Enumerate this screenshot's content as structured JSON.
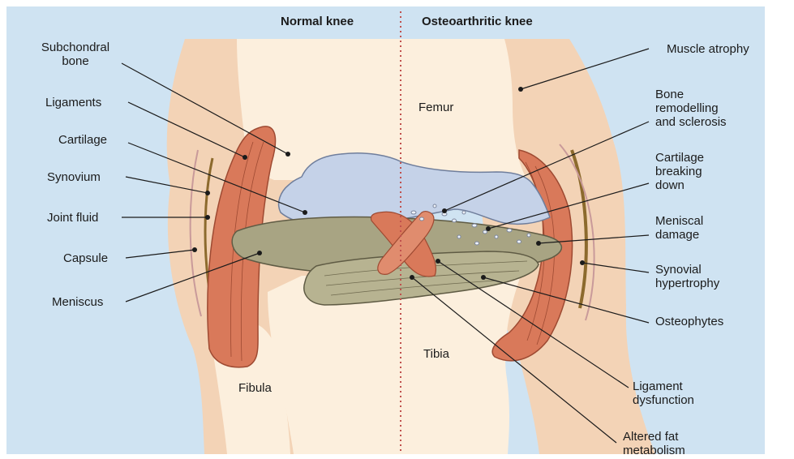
{
  "headings": {
    "normal": "Normal knee",
    "oa": "Osteoarthritic knee"
  },
  "labels": {
    "subchondral_bone": "Subchondral\nbone",
    "ligaments": "Ligaments",
    "cartilage": "Cartilage",
    "synovium": "Synovium",
    "joint_fluid": "Joint fluid",
    "capsule": "Capsule",
    "meniscus": "Meniscus",
    "femur": "Femur",
    "tibia": "Tibia",
    "fibula": "Fibula",
    "muscle_atrophy": "Muscle atrophy",
    "bone_remodelling": "Bone\nremodelling\nand sclerosis",
    "cartilage_breaking": "Cartilage\nbreaking\ndown",
    "meniscal_damage": "Meniscal\ndamage",
    "synovial_hypertrophy": "Synovial\nhypertrophy",
    "osteophytes": "Osteophytes",
    "ligament_dysfunction": "Ligament\ndysfunction",
    "altered_fat": "Altered fat\nmetabolism"
  },
  "colors": {
    "background": "#cfe3f2",
    "skin": "#f3d3b6",
    "bone": "#fcefdd",
    "cartilage": "#c5d2e8",
    "ligament": "#d9795a",
    "meniscus": "#a8a483",
    "divider": "#c0504d"
  }
}
